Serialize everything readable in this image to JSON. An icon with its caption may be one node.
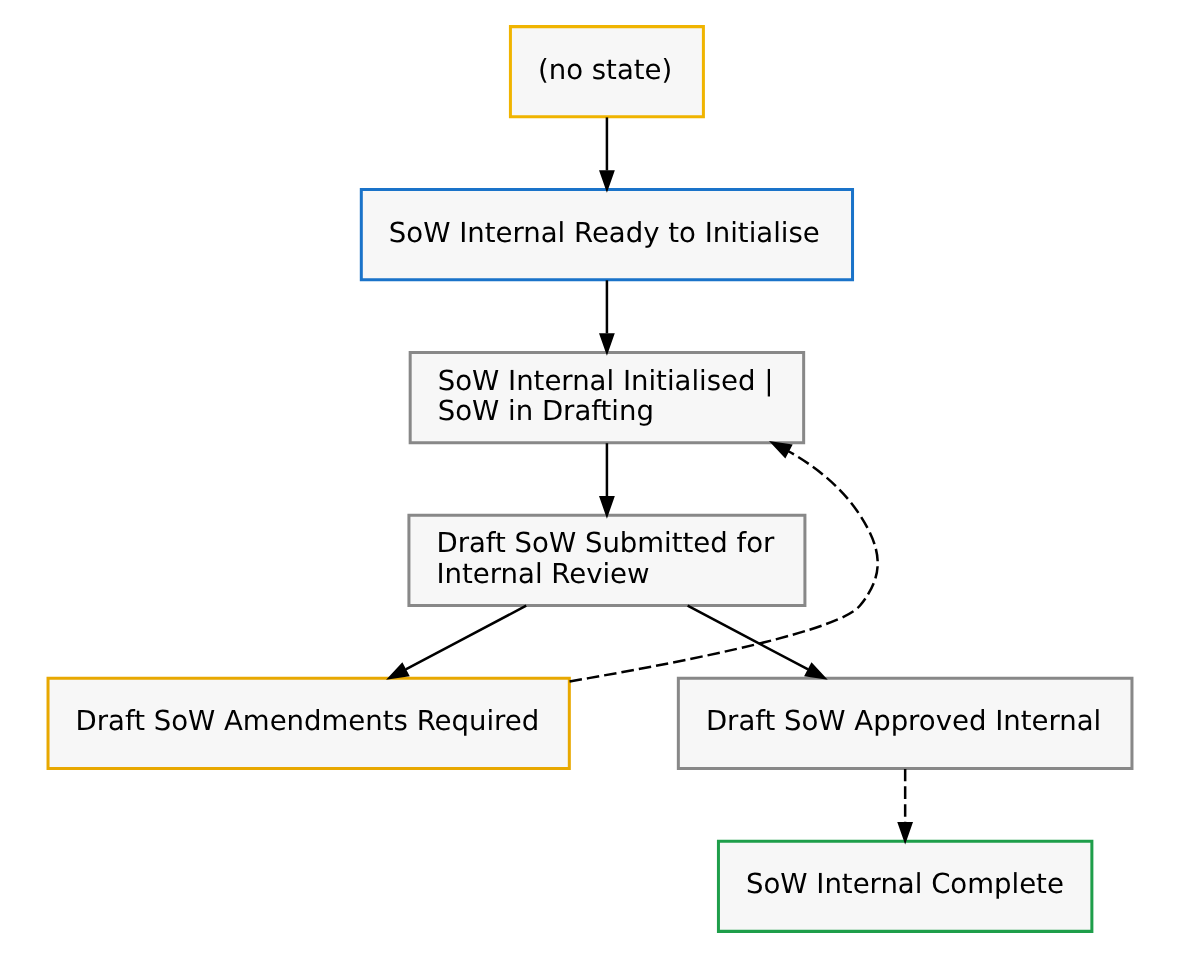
{
  "diagram": {
    "nodes": [
      {
        "text": [
          "(no state)"
        ]
      },
      {
        "text": [
          "SoW Internal Ready to Initialise"
        ]
      },
      {
        "text": [
          "SoW Internal Initialised | SoW in Drafting"
        ]
      },
      {
        "text": [
          "Draft SoW Submitted for Internal Review"
        ]
      },
      {
        "text": [
          "Draft SoW Amendments Required"
        ]
      },
      {
        "text": [
          "Draft SoW Approved Internal"
        ]
      },
      {
        "text": [
          "SoW Internal Complete"
        ]
      }
    ],
    "edges": [
      {
        "from": 0,
        "to": 1,
        "arrow": "to"
      },
      {
        "from": 1,
        "to": 2,
        "arrow": "to"
      },
      {
        "from": 2,
        "to": 3,
        "arrow": "to"
      },
      {
        "from": 3,
        "to": 4,
        "arrow": "to"
      },
      {
        "from": 3,
        "to": 5,
        "arrow": "to"
      },
      {
        "from": 4,
        "to": 2,
        "arrow": "to",
        "style": "dashed"
      },
      {
        "from": 5,
        "to": 6,
        "arrow": "to",
        "style": "dashed"
      }
    ]
  }
}
